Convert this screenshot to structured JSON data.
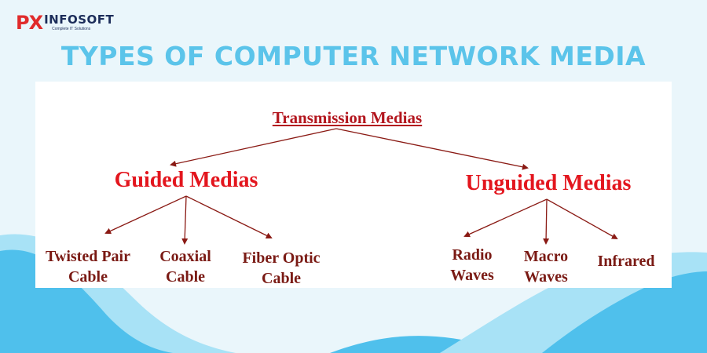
{
  "logo": {
    "mark": "PX",
    "name": "INFOSOFT",
    "tagline": "Complete IT Solutions"
  },
  "title": "TYPES OF COMPUTER NETWORK MEDIA",
  "diagram": {
    "root": "Transmission Medias",
    "branches": [
      {
        "label": "Guided Medias",
        "children": [
          {
            "lines": [
              "Twisted Pair",
              "Cable"
            ]
          },
          {
            "lines": [
              "Coaxial",
              "Cable"
            ]
          },
          {
            "lines": [
              "Fiber Optic",
              "Cable"
            ]
          }
        ]
      },
      {
        "label": "Unguided Medias",
        "children": [
          {
            "lines": [
              "Radio",
              "Waves"
            ]
          },
          {
            "lines": [
              "Macro",
              "Waves"
            ]
          },
          {
            "lines": [
              "Infrared"
            ]
          }
        ]
      }
    ]
  },
  "colors": {
    "title": "#5bc4ea",
    "wave_dark": "#4fc0ec",
    "wave_light": "#a8e2f6",
    "root_text": "#b3161e",
    "branch_text": "#e3161e",
    "leaf_text": "#7a1a14",
    "connector": "#8a1a14",
    "logo_red": "#e02b2b",
    "logo_navy": "#1c2d5a"
  }
}
